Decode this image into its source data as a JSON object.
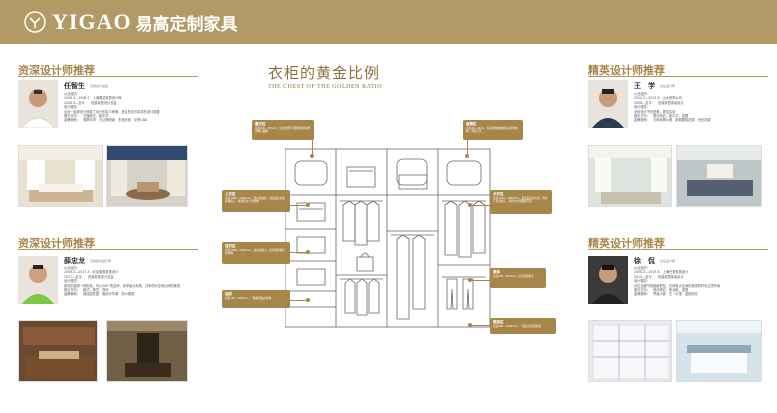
{
  "brand": {
    "en": "YIGAO",
    "cn": "易高定制家具"
  },
  "center": {
    "title": "衣柜的黄金比例",
    "subtitle": "THE CHEST OF THE GOLDEN RATIO"
  },
  "sections": {
    "left_top": "资深设计师推荐",
    "left_bottom": "资深设计师推荐",
    "right_top": "精英设计师推荐",
    "right_bottom": "精英设计师推荐"
  },
  "designers": [
    {
      "name": "任智生",
      "role": "高级设计总监",
      "lines": [
        "从业经历：",
        "2006.3—2008.7　上海展览家居设计师",
        "2008.9—至今　　伯爵家居设计总监",
        "设计理念：",
        "合合一起家设计师能了设计的定义审美，品位的无可厚非的设计需要",
        "擅长方向：　古典欧式，新中式",
        "金牌案例：　翡翠水湾　万达海悦城　东渡天街　中央CBD"
      ]
    },
    {
      "name": "薛忠龙",
      "role": "高级室内设计师",
      "lines": [
        "从业经历：",
        "2006.3—2017.3　北京国美家居设计",
        "2017—至今　　伯爵家居设计总监",
        "设计理念：",
        "家具的装修一种颜色，可以260°的空间，追求最大利用，并考虑对空间比例的美感",
        "擅长方向：　欧式，美式，现代",
        "金牌案例：　碧桂园花园　融创中华城　苏州湖滨"
      ]
    },
    {
      "name": "王　学",
      "role": "主任设计师",
      "lines": [
        "从业经历：",
        "2010.3—2012.8　山水家饰公司",
        "2008—至今　　伯爵家居家装设计",
        "设计理念：",
        "对的设计不仅是美，更加实用",
        "擅长方向：　现代简约，新中式，田园",
        "金牌案例：　万科翡翠公馆　新城国际花园　世纪花城"
      ]
    },
    {
      "name": "徐　侃",
      "role": "主任设计师",
      "lines": [
        "从业经历：",
        "2008.3—2015.8　上海巴洛家居设计",
        "2015—至今　　伯爵家居家装设计",
        "设计理念：",
        "对生活细节的细致把控，在保有大空间的美观同时也注重布局",
        "擅长方向：　现代简约，新北欧，混搭",
        "金牌案例：　梦溪小镇　左一公馆　金色阳光"
      ]
    }
  ],
  "labels": [
    {
      "id": "top-left",
      "title": "叠衣区",
      "text": "高度100—150cm，适合放置不需要挂起的换季衣物与被褥"
    },
    {
      "id": "top-right",
      "title": "被褥区",
      "text": "高度40—60cm，适宜放置被褥枕头及换季衣物，所需空间"
    },
    {
      "id": "mid-left-1",
      "title": "上衣区",
      "text": "高度1000—1200mm，最好是抽屉，进深最好是抽屉或格子，放置短款上衣衣物"
    },
    {
      "id": "mid-right",
      "title": "长衣区",
      "text": "高度1400—1500mm，最高最长的大衣，风衣与长款裙子，特别大衣需预留空间"
    },
    {
      "id": "mid-left-2",
      "title": "挂衣区",
      "text": "高度1000—1200mm，最好是格子，适合放置叠起的衣物"
    },
    {
      "id": "low-right",
      "title": "裤架",
      "text": "高度800—900mm，适宜放置裤子"
    },
    {
      "id": "bottom-left",
      "title": "抽屉",
      "text": "高度150—200mm，一般放置贴身衣物"
    },
    {
      "id": "bottom-right",
      "title": "鞋柜区",
      "text": "高度800—1000mm，一般适宜放置鞋类"
    }
  ],
  "colors": {
    "gold": "#b19a65",
    "gold_dark": "#a8864a",
    "text": "#333333"
  }
}
